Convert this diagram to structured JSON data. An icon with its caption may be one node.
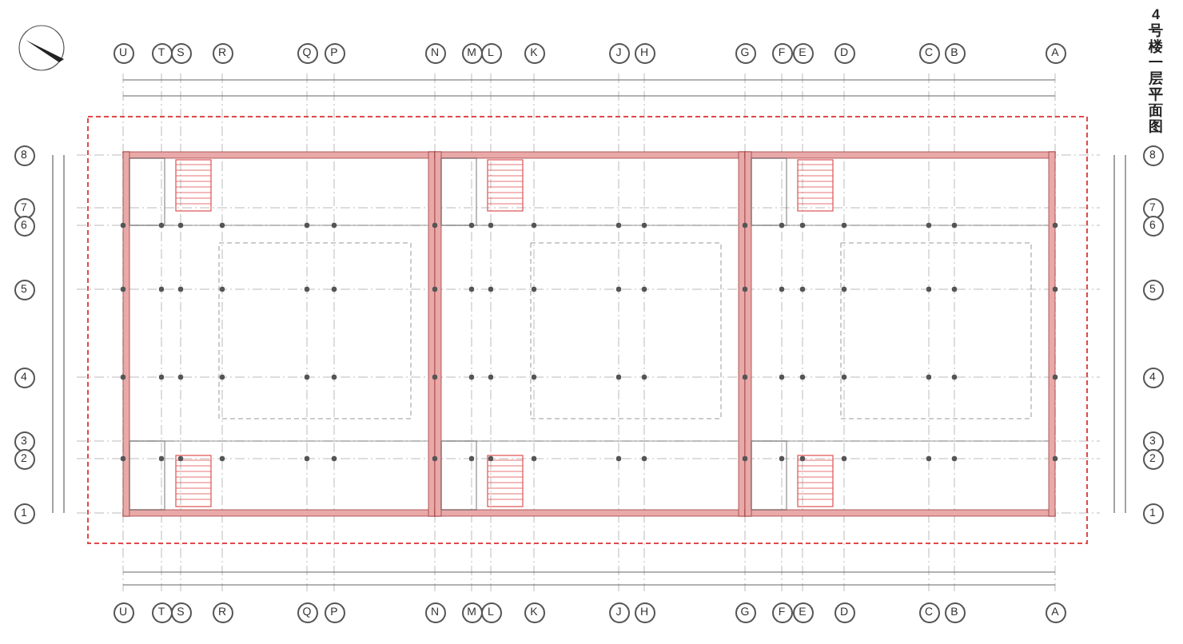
{
  "diagram": {
    "title": "4号楼一层平面图",
    "labels": [
      "U",
      "T",
      "S",
      "R",
      "Q",
      "P",
      "N",
      "M",
      "L",
      "K",
      "J",
      "H",
      "G",
      "F",
      "E",
      "D",
      "C",
      "B",
      "A",
      "8",
      "7",
      "6",
      "5",
      "4",
      "3",
      "2",
      "1",
      "8",
      "7",
      "6",
      "5",
      "4",
      "3",
      "2",
      "1",
      "U",
      "T",
      "S",
      "R",
      "Q",
      "P",
      "N",
      "M",
      "L",
      "K",
      "J",
      "H",
      "G",
      "F",
      "E",
      "D",
      "C",
      "B",
      "A"
    ]
  }
}
